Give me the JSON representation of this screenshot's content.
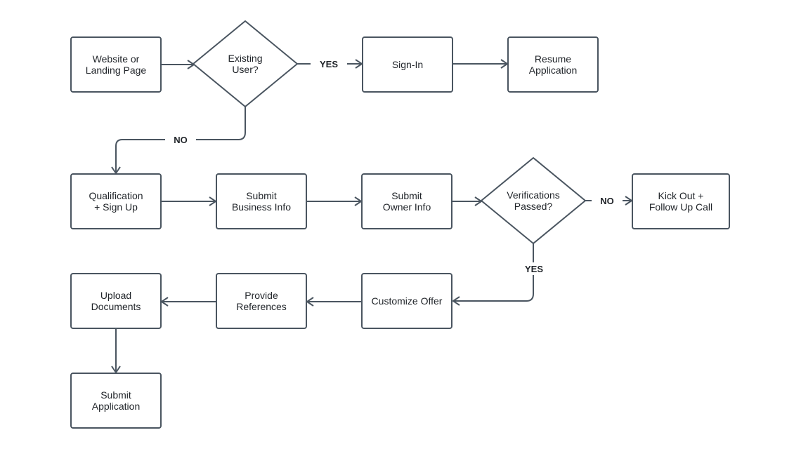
{
  "colors": {
    "stroke": "#4a5560",
    "text": "#1f2328",
    "background": "#ffffff"
  },
  "nodes": {
    "website": {
      "lines": [
        "Website or",
        "Landing Page"
      ],
      "shape": "box"
    },
    "existing_user": {
      "lines": [
        "Existing",
        "User?"
      ],
      "shape": "diamond"
    },
    "sign_in": {
      "lines": [
        "Sign-In"
      ],
      "shape": "box"
    },
    "resume": {
      "lines": [
        "Resume",
        "Application"
      ],
      "shape": "box"
    },
    "qualification": {
      "lines": [
        "Qualification",
        "+ Sign Up"
      ],
      "shape": "box"
    },
    "business_info": {
      "lines": [
        "Submit",
        "Business Info"
      ],
      "shape": "box"
    },
    "owner_info": {
      "lines": [
        "Submit",
        "Owner Info"
      ],
      "shape": "box"
    },
    "verifications": {
      "lines": [
        "Verifications",
        "Passed?"
      ],
      "shape": "diamond"
    },
    "kick_out": {
      "lines": [
        "Kick Out +",
        "Follow Up Call"
      ],
      "shape": "box"
    },
    "customize": {
      "lines": [
        "Customize Offer"
      ],
      "shape": "box"
    },
    "references": {
      "lines": [
        "Provide",
        "References"
      ],
      "shape": "box"
    },
    "upload": {
      "lines": [
        "Upload",
        "Documents"
      ],
      "shape": "box"
    },
    "submit_app": {
      "lines": [
        "Submit",
        "Application"
      ],
      "shape": "box"
    }
  },
  "edges": [
    {
      "from": "website",
      "to": "existing_user",
      "label": ""
    },
    {
      "from": "existing_user",
      "to": "sign_in",
      "label": "YES"
    },
    {
      "from": "sign_in",
      "to": "resume",
      "label": ""
    },
    {
      "from": "existing_user",
      "to": "qualification",
      "label": "NO"
    },
    {
      "from": "qualification",
      "to": "business_info",
      "label": ""
    },
    {
      "from": "business_info",
      "to": "owner_info",
      "label": ""
    },
    {
      "from": "owner_info",
      "to": "verifications",
      "label": ""
    },
    {
      "from": "verifications",
      "to": "kick_out",
      "label": "NO"
    },
    {
      "from": "verifications",
      "to": "customize",
      "label": "YES"
    },
    {
      "from": "customize",
      "to": "references",
      "label": ""
    },
    {
      "from": "references",
      "to": "upload",
      "label": ""
    },
    {
      "from": "upload",
      "to": "submit_app",
      "label": ""
    }
  ]
}
